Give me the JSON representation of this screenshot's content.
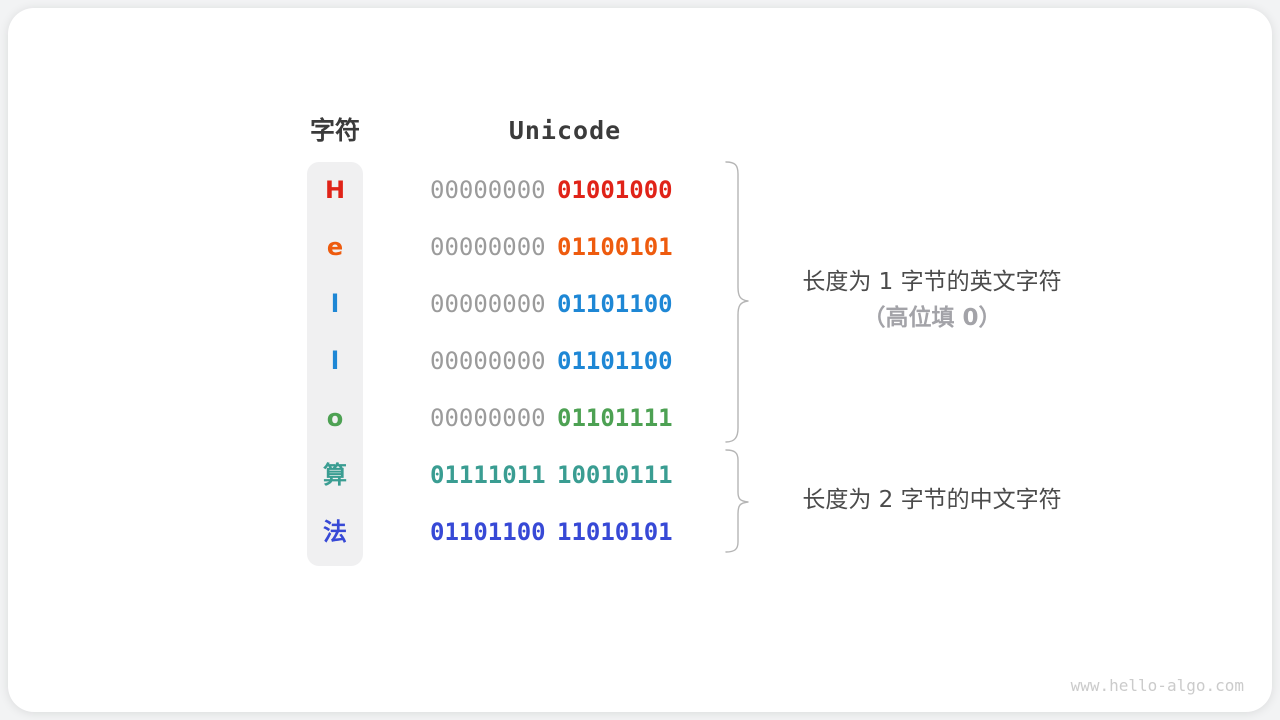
{
  "diagram": {
    "header": {
      "char_col": "字符",
      "unicode_col": "Unicode"
    },
    "rows": [
      {
        "char": "H",
        "char_color": "#e02318",
        "byte1": "00000000",
        "byte1_color": "#9b9b9b",
        "byte2": "01001000",
        "byte2_color": "#e02318"
      },
      {
        "char": "e",
        "char_color": "#ee5b0e",
        "byte1": "00000000",
        "byte1_color": "#9b9b9b",
        "byte2": "01100101",
        "byte2_color": "#ee5b0e"
      },
      {
        "char": "l",
        "char_color": "#1e87d5",
        "byte1": "00000000",
        "byte1_color": "#9b9b9b",
        "byte2": "01101100",
        "byte2_color": "#1e87d5"
      },
      {
        "char": "l",
        "char_color": "#1e87d5",
        "byte1": "00000000",
        "byte1_color": "#9b9b9b",
        "byte2": "01101100",
        "byte2_color": "#1e87d5"
      },
      {
        "char": "o",
        "char_color": "#4da153",
        "byte1": "00000000",
        "byte1_color": "#9b9b9b",
        "byte2": "01101111",
        "byte2_color": "#4da153"
      },
      {
        "char": "算",
        "char_color": "#3a9d92",
        "byte1": "01111011",
        "byte1_color": "#3a9d92",
        "byte2": "10010111",
        "byte2_color": "#3a9d92"
      },
      {
        "char": "法",
        "char_color": "#3749d6",
        "byte1": "01101100",
        "byte1_color": "#3749d6",
        "byte2": "11010101",
        "byte2_color": "#3749d6"
      }
    ],
    "annotations": {
      "english": {
        "line1": "长度为 1 字节的英文字符",
        "line2": "（高位填 0）"
      },
      "chinese": {
        "line1": "长度为 2 字节的中文字符"
      }
    },
    "watermark": "www.hello-algo.com"
  }
}
